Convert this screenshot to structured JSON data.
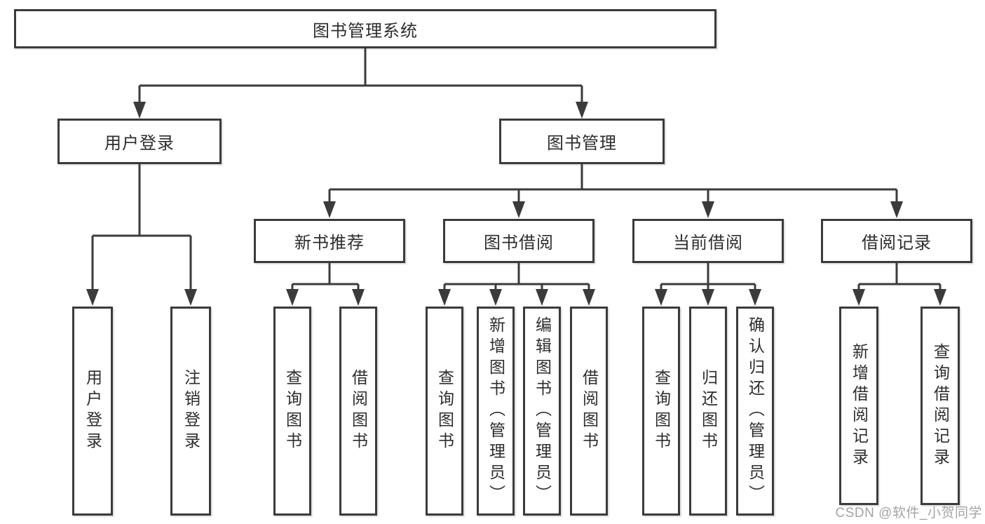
{
  "diagram": {
    "type": "hierarchy-tree",
    "line_color": "#3b3b3b",
    "background": "#ffffff",
    "text_color": "#2d2d2d"
  },
  "nodes": {
    "root": {
      "label": "图书管理系统"
    },
    "user_login": {
      "label": "用户登录"
    },
    "book_mgmt": {
      "label": "图书管理"
    },
    "new_book_rec": {
      "label": "新书推荐"
    },
    "book_borrow": {
      "label": "图书借阅"
    },
    "current_borrow": {
      "label": "当前借阅"
    },
    "borrow_record": {
      "label": "借阅记录"
    },
    "login_leaf": {
      "label": "用户登录"
    },
    "logout_leaf": {
      "label": "注销登录"
    },
    "query_book_1": {
      "label": "查询图书"
    },
    "borrow_book_1": {
      "label": "借阅图书"
    },
    "query_book_2": {
      "label": "查询图书"
    },
    "add_book": {
      "label": "新增图书（管理员）"
    },
    "edit_book": {
      "label": "编辑图书（管理员）"
    },
    "borrow_book_2": {
      "label": "借阅图书"
    },
    "query_book_3": {
      "label": "查询图书"
    },
    "return_book": {
      "label": "归还图书"
    },
    "confirm_return": {
      "label": "确认归还（管理员）"
    },
    "add_borrow_rec": {
      "label": "新增借阅记录"
    },
    "query_borrow_rec": {
      "label": "查询借阅记录"
    }
  },
  "edges": [
    [
      "root",
      "user_login"
    ],
    [
      "root",
      "book_mgmt"
    ],
    [
      "user_login",
      "login_leaf"
    ],
    [
      "user_login",
      "logout_leaf"
    ],
    [
      "book_mgmt",
      "new_book_rec"
    ],
    [
      "book_mgmt",
      "book_borrow"
    ],
    [
      "book_mgmt",
      "current_borrow"
    ],
    [
      "book_mgmt",
      "borrow_record"
    ],
    [
      "new_book_rec",
      "query_book_1"
    ],
    [
      "new_book_rec",
      "borrow_book_1"
    ],
    [
      "book_borrow",
      "query_book_2"
    ],
    [
      "book_borrow",
      "add_book"
    ],
    [
      "book_borrow",
      "edit_book"
    ],
    [
      "book_borrow",
      "borrow_book_2"
    ],
    [
      "current_borrow",
      "query_book_3"
    ],
    [
      "current_borrow",
      "return_book"
    ],
    [
      "current_borrow",
      "confirm_return"
    ],
    [
      "borrow_record",
      "add_borrow_rec"
    ],
    [
      "borrow_record",
      "query_borrow_rec"
    ]
  ],
  "watermark": {
    "text": "CSDN @软件_小贺同学",
    "color": "#a3a3a3"
  }
}
